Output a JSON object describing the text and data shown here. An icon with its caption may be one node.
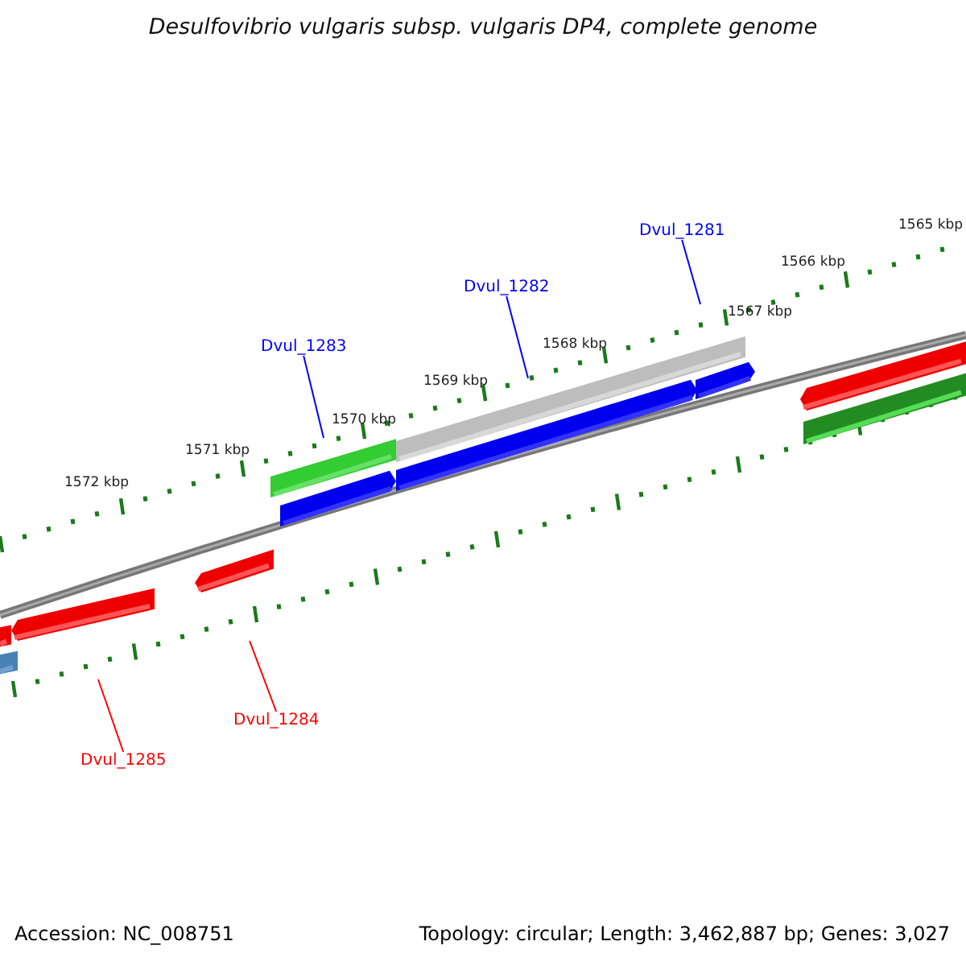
{
  "diagram": {
    "title": "Desulfovibrio vulgaris subsp. vulgaris DP4, complete genome",
    "nodes": [
      {
        "text": [
          "Dvul_1281"
        ]
      },
      {
        "text": [
          "Dvul_1282"
        ]
      },
      {
        "text": [
          "Dvul_1283"
        ]
      },
      {
        "text": [
          "Dvul_1284"
        ]
      },
      {
        "text": [
          "Dvul_1285"
        ]
      }
    ],
    "edges": [
      {
        "from": 0,
        "to": null,
        "arrow": "none"
      },
      {
        "from": 1,
        "to": null,
        "arrow": "none"
      },
      {
        "from": 2,
        "to": null,
        "arrow": "none"
      },
      {
        "from": 3,
        "to": null,
        "arrow": "none",
        "color": "#ff0000"
      },
      {
        "from": 4,
        "to": null,
        "arrow": "none",
        "color": "#ff0000"
      }
    ],
    "labels": [
      "1565 kbp",
      "1566 kbp",
      "1567 kbp",
      "1568 kbp",
      "1569 kbp",
      "1570 kbp",
      "1571 kbp",
      "1572 kbp",
      "Accession: NC_008751",
      "Topology: circular; Length: 3,462,887 bp; Genes: 3,027"
    ]
  }
}
